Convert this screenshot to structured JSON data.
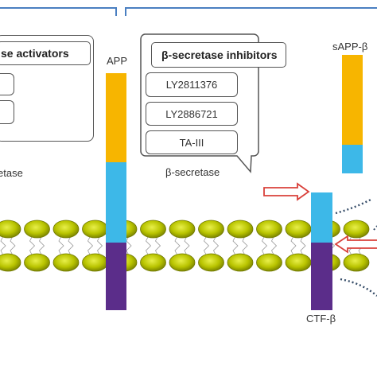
{
  "left_panel": {
    "title": "se activators",
    "label": "etase"
  },
  "app_label": "APP",
  "inhibitors_panel": {
    "title": "β-secretase inhibitors",
    "items": [
      "LY2811376",
      "LY2886721",
      "TA-III"
    ]
  },
  "beta_secretase_label": "β-secretase",
  "sapp_label": "sAPP-β",
  "ctf_label": "CTF-β",
  "colors": {
    "bracket": "#4a7fc1",
    "app_orange": "#f7b500",
    "app_blue": "#3db8e8",
    "app_purple": "#5b2d8a",
    "lipid_head": "#b9c400",
    "arrow": "#d9403a"
  }
}
